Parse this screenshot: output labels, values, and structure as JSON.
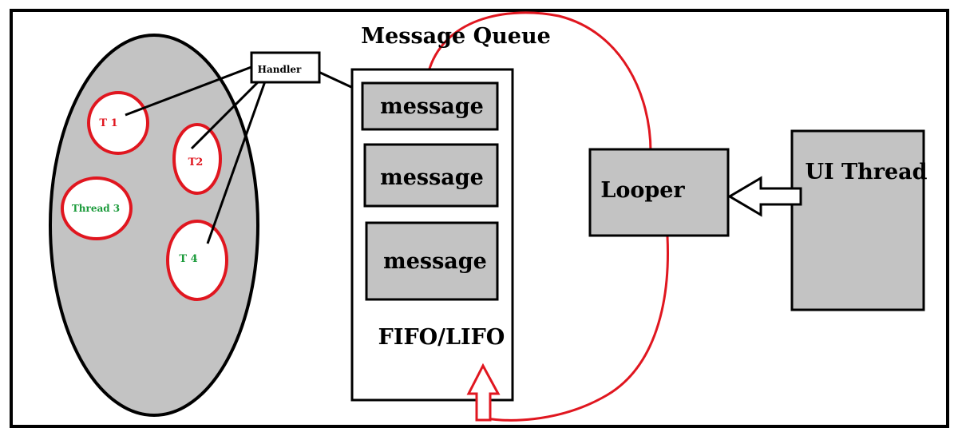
{
  "queue_title": "Message Queue",
  "handler_label": "Handler",
  "threads": {
    "t1": "T 1",
    "t2": "T2",
    "t3": "Thread 3",
    "t4": "T 4"
  },
  "messages": [
    "message",
    "message",
    "message"
  ],
  "queue_order": "FIFO/LIFO",
  "looper_label": "Looper",
  "ui_thread_label": "UI Thread",
  "colors": {
    "red_thread_label": "#e0161f",
    "green_thread_label": "#1a9a3a",
    "red_stroke": "#e0161f",
    "box_fill": "#c3c3c3"
  }
}
